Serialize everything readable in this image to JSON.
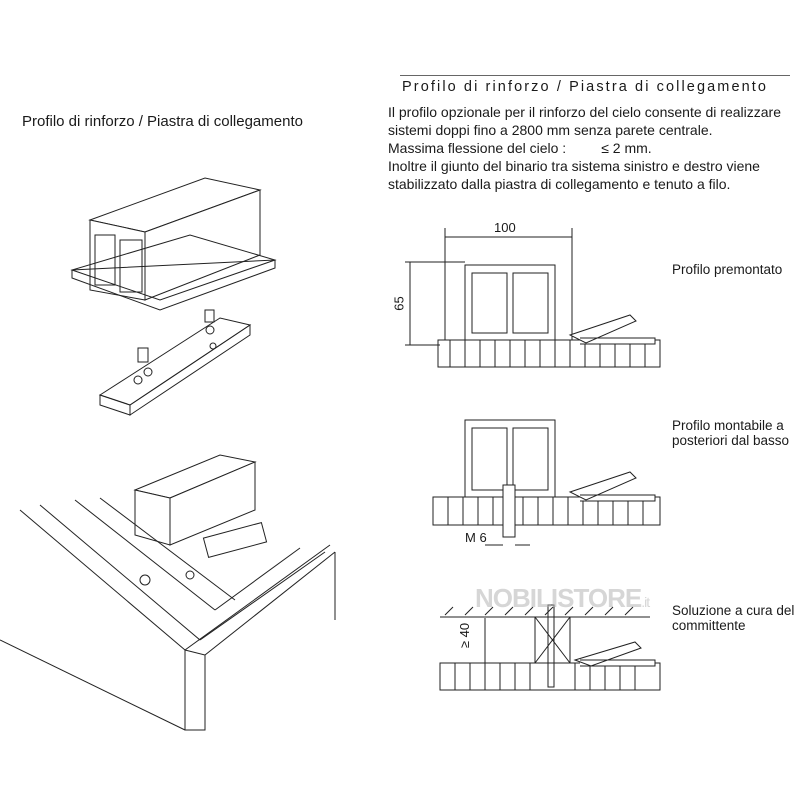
{
  "header": {
    "title": "Profilo di rinforzo / Piastra di collegamento"
  },
  "body": {
    "lines": [
      "Il profilo opzionale per il rinforzo del cielo consente di realizzare",
      "sistemi doppi fino a 2800 mm senza parete centrale.",
      "Massima flessione del cielo :         ≤ 2 mm.",
      "Inoltre il giunto del binario tra sistema sinistro e destro viene",
      "stabilizzato dalla piastra di collegamento e tenuto a filo."
    ]
  },
  "left_title": "Profilo di rinforzo / Piastra di collegamento",
  "diagrams": [
    {
      "label_lines": [
        "Profilo premontato"
      ],
      "dim_width": "100",
      "dim_height": "65"
    },
    {
      "label_lines": [
        "Profilo montabile a",
        "posteriori dal basso"
      ],
      "dim_screw": "M 6"
    },
    {
      "label_lines": [
        "Soluzione a cura del",
        "committente"
      ],
      "dim_height": "≥ 40"
    }
  ],
  "watermark": {
    "brand": "NOBILISTORE",
    "suffix": ".it"
  }
}
